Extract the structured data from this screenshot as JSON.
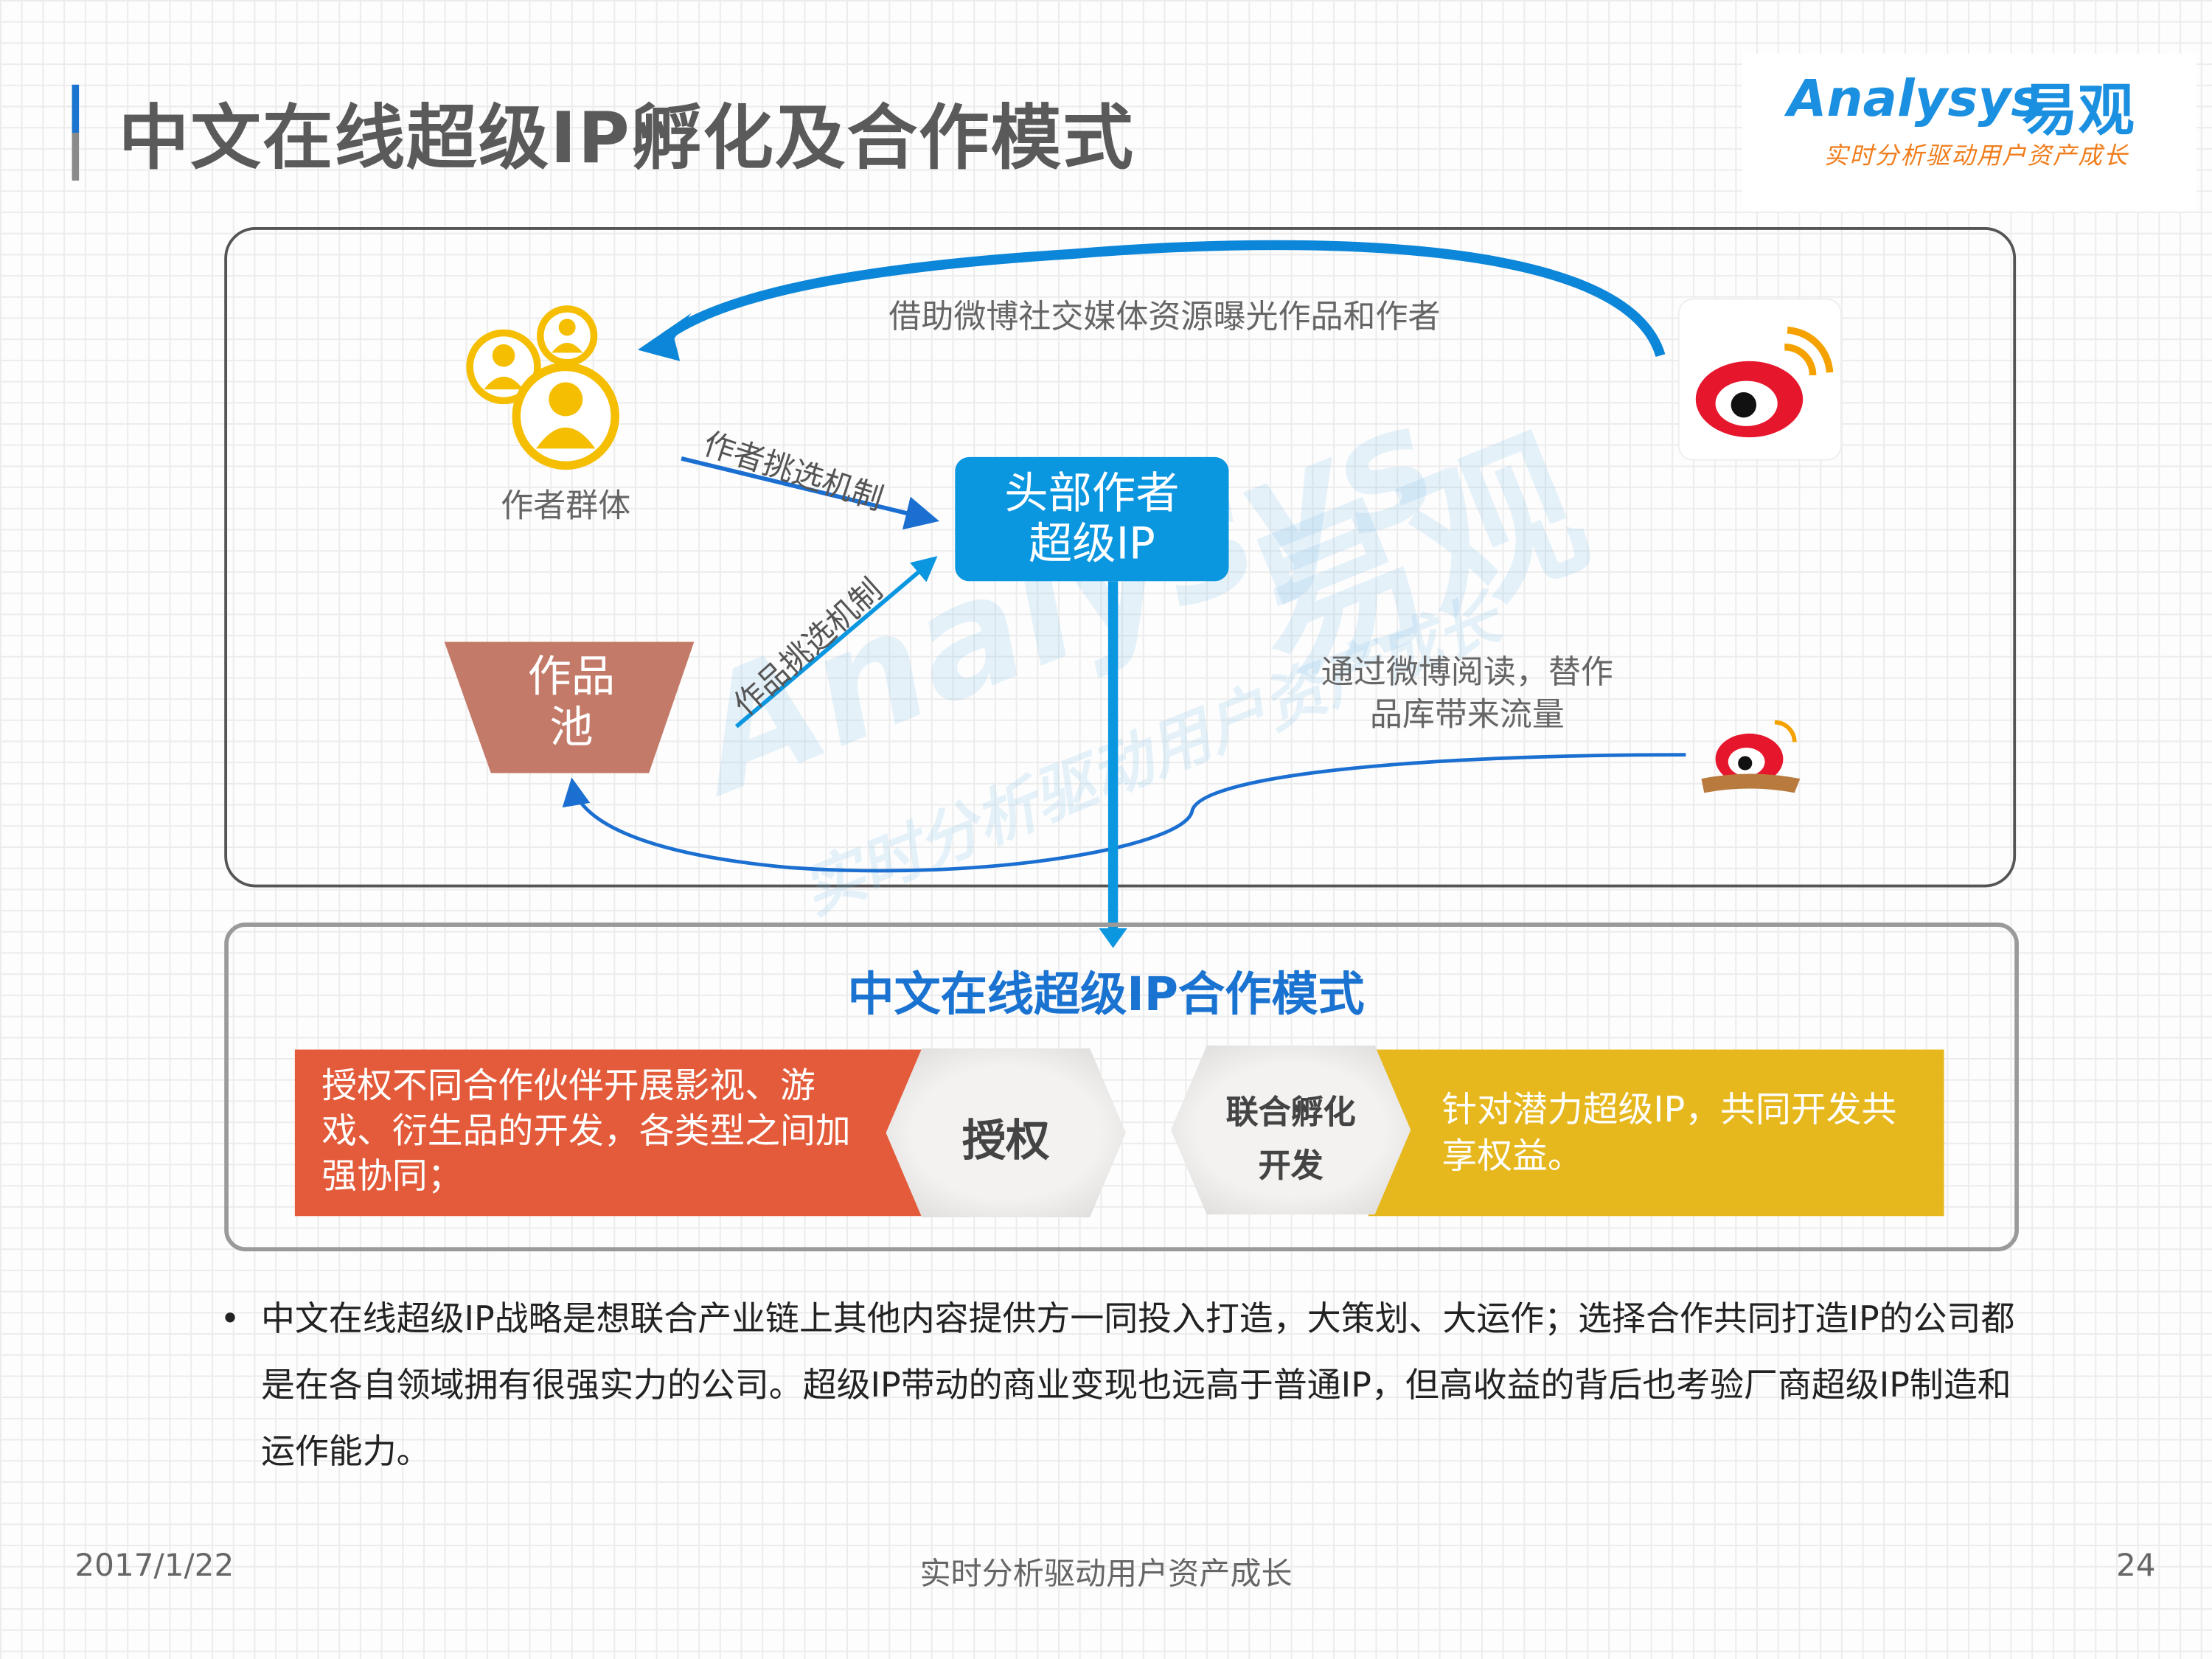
{
  "header": {
    "title": "中文在线超级IP孵化及合作模式"
  },
  "logo": {
    "brand_en": "Analysys",
    "brand_cn": "易观",
    "tagline": "实时分析驱动用户资产成长"
  },
  "diagram": {
    "weibo_exposure_label": "借助微博社交媒体资源曝光作品和作者",
    "author_group_label": "作者群体",
    "author_selection_label": "作者挑选机制",
    "work_selection_label": "作品挑选机制",
    "top_ip_line1": "头部作者",
    "top_ip_line2": "超级IP",
    "pool_line1": "作品",
    "pool_line2": "池",
    "weibo_reading_line1": "通过微博阅读，替作",
    "weibo_reading_line2": "品库带来流量",
    "colors": {
      "blue": "#0b96e0",
      "pool": "#c47a68",
      "weibo_red": "#e6162d"
    }
  },
  "cooperation": {
    "title": "中文在线超级IP合作模式",
    "license_text": "授权不同合作伙伴开展影视、游戏、衍生品的开发，各类型之间加强协同；",
    "license_label": "授权",
    "joint_label_line1": "联合孵化",
    "joint_label_line2": "开发",
    "joint_text": "针对潜力超级IP，共同开发共享权益。",
    "colors": {
      "red": "#e35b3a",
      "yellow": "#e6b81e"
    }
  },
  "body": {
    "bullet": "中文在线超级IP战略是想联合产业链上其他内容提供方一同投入打造，大策划、大运作；选择合作共同打造IP的公司都是在各自领域拥有很强实力的公司。超级IP带动的商业变现也远高于普通IP，但高收益的背后也考验厂商超级IP制造和运作能力。"
  },
  "footer": {
    "date": "2017/1/22",
    "slogan": "实时分析驱动用户资产成长",
    "page": "24"
  }
}
